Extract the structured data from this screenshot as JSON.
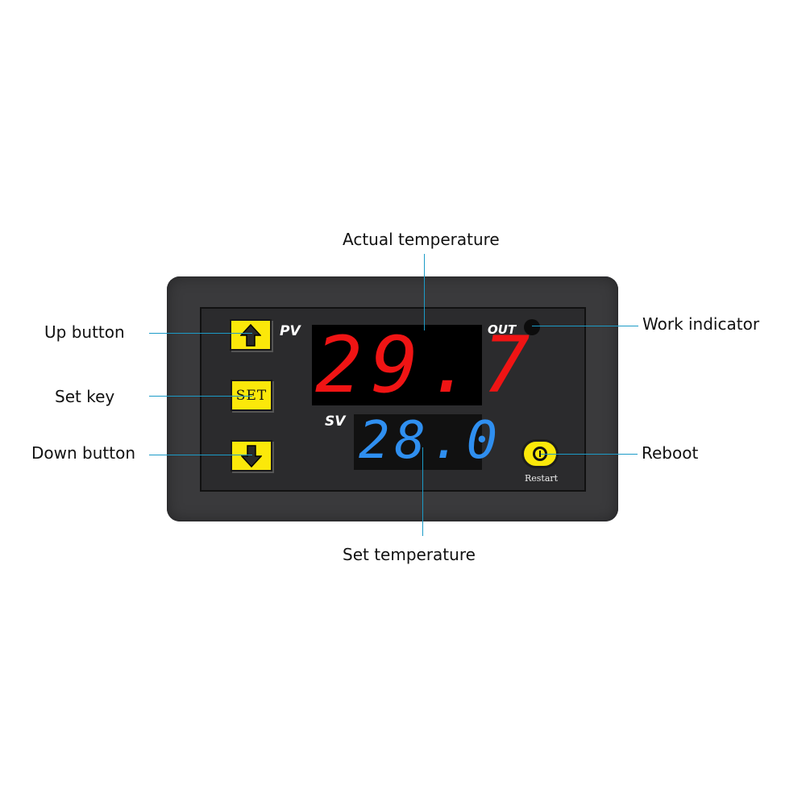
{
  "device": {
    "pv_tag": "PV",
    "sv_tag": "SV",
    "out_tag": "OUT",
    "pv_value": "29.7",
    "sv_value": "28.0",
    "set_button_label": "SET",
    "restart_label": "Restart",
    "up_icon": "arrow-up-icon",
    "down_icon": "arrow-down-icon",
    "colors": {
      "pv_digits": "#f01414",
      "sv_digits": "#2f8ff0",
      "buttons": "#fbe80a",
      "frame": "#3a3a3c",
      "callout_line": "#1c9bc7"
    }
  },
  "callouts": {
    "up_button": "Up button",
    "set_key": "Set key",
    "down_button": "Down button",
    "work_indicator": "Work indicator",
    "reboot": "Reboot",
    "actual_temperature": "Actual temperature",
    "set_temperature": "Set temperature"
  }
}
